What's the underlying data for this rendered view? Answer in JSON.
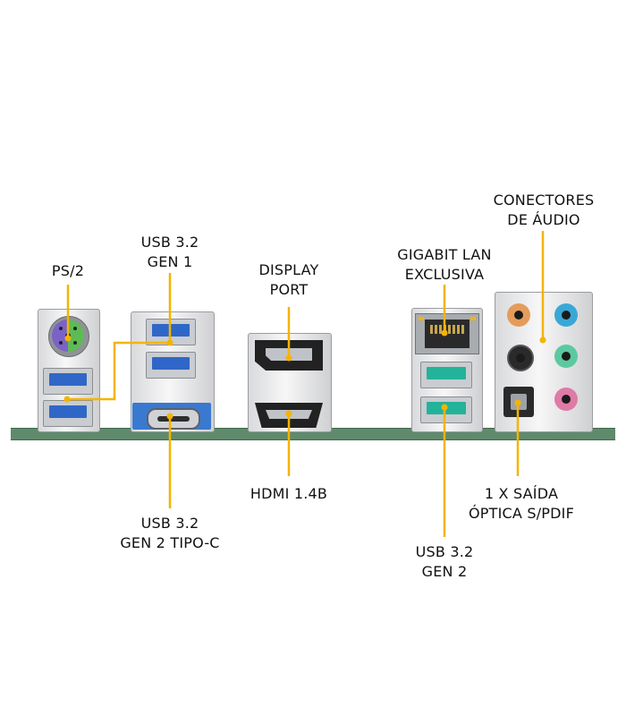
{
  "labels": {
    "ps2": "PS/2",
    "usb_gen1": [
      "USB 3.2",
      "GEN 1"
    ],
    "displayport": [
      "DISPLAY",
      "PORT"
    ],
    "lan": [
      "GIGABIT LAN",
      "EXCLUSIVA"
    ],
    "audio": [
      "CONECTORES",
      "DE ÁUDIO"
    ],
    "hdmi": "HDMI 1.4B",
    "usb_typec": [
      "USB 3.2",
      "GEN 2 TIPO-C"
    ],
    "spdif": [
      "1 X SAÍDA",
      "ÓPTICA S/PDIF"
    ],
    "usb_gen2": [
      "USB 3.2",
      "GEN 2"
    ]
  },
  "colors": {
    "leader": "#f4b400",
    "ps2_purple": "#7b62c9",
    "ps2_green": "#5dbb55",
    "usb3_blue": "#2f67c8",
    "usb_gen2_teal": "#23b39a",
    "pcb": "#5f8a6c",
    "audio_orange": "#e59c5b",
    "audio_blue": "#3aa8d6",
    "audio_black": "#2a2a2a",
    "audio_green": "#5cc9a0",
    "audio_pink": "#e07aa7"
  }
}
